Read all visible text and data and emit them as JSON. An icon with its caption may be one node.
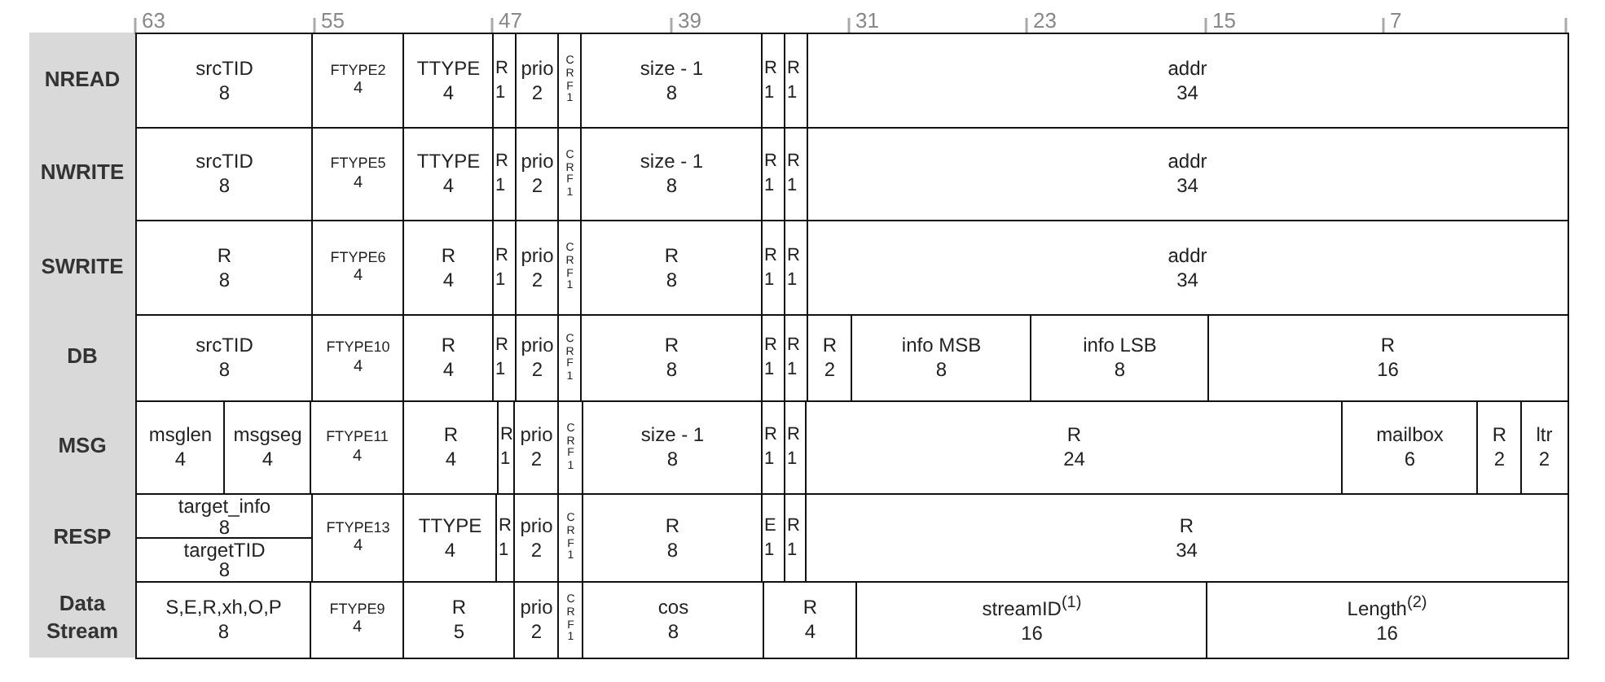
{
  "diagram": {
    "nodes": [
      {
        "text": [
          "srcTID",
          "8"
        ]
      },
      {
        "text": [
          "FTYPE2",
          "4"
        ]
      },
      {
        "text": [
          "TTYPE",
          "4"
        ]
      },
      {
        "text": [
          "R",
          "1"
        ]
      },
      {
        "text": [
          "prio",
          "2"
        ]
      },
      {
        "text": [
          "CRF",
          "1"
        ]
      },
      {
        "text": [
          "size - 1",
          "8"
        ]
      },
      {
        "text": [
          "R",
          "1"
        ]
      },
      {
        "text": [
          "R",
          "1"
        ]
      },
      {
        "text": [
          "addr",
          "34"
        ]
      },
      {
        "text": [
          "srcTID",
          "8"
        ]
      },
      {
        "text": [
          "FTYPE5",
          "4"
        ]
      },
      {
        "text": [
          "TTYPE",
          "4"
        ]
      },
      {
        "text": [
          "R",
          "1"
        ]
      },
      {
        "text": [
          "prio",
          "2"
        ]
      },
      {
        "text": [
          "CRF",
          "1"
        ]
      },
      {
        "text": [
          "size - 1",
          "8"
        ]
      },
      {
        "text": [
          "R",
          "1"
        ]
      },
      {
        "text": [
          "R",
          "1"
        ]
      },
      {
        "text": [
          "addr",
          "34"
        ]
      },
      {
        "text": [
          "R",
          "8"
        ]
      },
      {
        "text": [
          "FTYPE6",
          "4"
        ]
      },
      {
        "text": [
          "R",
          "4"
        ]
      },
      {
        "text": [
          "R",
          "1"
        ]
      },
      {
        "text": [
          "prio",
          "2"
        ]
      },
      {
        "text": [
          "CRF",
          "1"
        ]
      },
      {
        "text": [
          "R",
          "8"
        ]
      },
      {
        "text": [
          "R",
          "1"
        ]
      },
      {
        "text": [
          "R",
          "1"
        ]
      },
      {
        "text": [
          "addr",
          "34"
        ]
      },
      {
        "text": [
          "srcTID",
          "8"
        ]
      },
      {
        "text": [
          "FTYPE10",
          "4"
        ]
      },
      {
        "text": [
          "R",
          "4"
        ]
      },
      {
        "text": [
          "R",
          "1"
        ]
      },
      {
        "text": [
          "prio",
          "2"
        ]
      },
      {
        "text": [
          "CRF",
          "1"
        ]
      },
      {
        "text": [
          "R",
          "8"
        ]
      },
      {
        "text": [
          "R",
          "1"
        ]
      },
      {
        "text": [
          "R",
          "1"
        ]
      },
      {
        "text": [
          "R",
          "2"
        ]
      },
      {
        "text": [
          "info MSB",
          "8"
        ]
      },
      {
        "text": [
          "info LSB",
          "8"
        ]
      },
      {
        "text": [
          "R",
          "16"
        ]
      },
      {
        "text": [
          "msglen",
          "4"
        ]
      },
      {
        "text": [
          "msgseg",
          "4"
        ]
      },
      {
        "text": [
          "FTYPE11",
          "4"
        ]
      },
      {
        "text": [
          "R",
          "4"
        ]
      },
      {
        "text": [
          "R",
          "1"
        ]
      },
      {
        "text": [
          "prio",
          "2"
        ]
      },
      {
        "text": [
          "CRF",
          "1"
        ]
      },
      {
        "text": [
          "size - 1",
          "8"
        ]
      },
      {
        "text": [
          "R",
          "1"
        ]
      },
      {
        "text": [
          "R",
          "1"
        ]
      },
      {
        "text": [
          "R",
          "24"
        ]
      },
      {
        "text": [
          "mailbox",
          "6"
        ]
      },
      {
        "text": [
          "R",
          "2"
        ]
      },
      {
        "text": [
          "ltr",
          "2"
        ]
      },
      {
        "text": [
          "target_info",
          "8"
        ]
      },
      {
        "text": [
          "targetTID",
          "8"
        ]
      },
      {
        "text": [
          "FTYPE13",
          "4"
        ]
      },
      {
        "text": [
          "TTYPE",
          "4"
        ]
      },
      {
        "text": [
          "R",
          "1"
        ]
      },
      {
        "text": [
          "prio",
          "2"
        ]
      },
      {
        "text": [
          "CRF",
          "1"
        ]
      },
      {
        "text": [
          "R",
          "8"
        ]
      },
      {
        "text": [
          "E",
          "1"
        ]
      },
      {
        "text": [
          "R",
          "1"
        ]
      },
      {
        "text": [
          "R",
          "34"
        ]
      },
      {
        "text": [
          "S,E,R,xh,O,P",
          "8"
        ]
      },
      {
        "text": [
          "FTYPE9",
          "4"
        ]
      },
      {
        "text": [
          "R",
          "5"
        ]
      },
      {
        "text": [
          "prio",
          "2"
        ]
      },
      {
        "text": [
          "CRF",
          "1"
        ]
      },
      {
        "text": [
          "cos",
          "8"
        ]
      },
      {
        "text": [
          "R",
          "4"
        ]
      },
      {
        "text": [
          "streamID$^{(1)}$",
          "16"
        ]
      },
      {
        "text": [
          "Length$^{(2)}$",
          "16"
        ]
      }
    ],
    "labels": [
      "63",
      "55",
      "47",
      "39",
      "31",
      "23",
      "15",
      "7",
      "NREAD",
      "NWRITE",
      "SWRITE",
      "DB",
      "MSG",
      "RESP",
      "Data Stream"
    ]
  }
}
